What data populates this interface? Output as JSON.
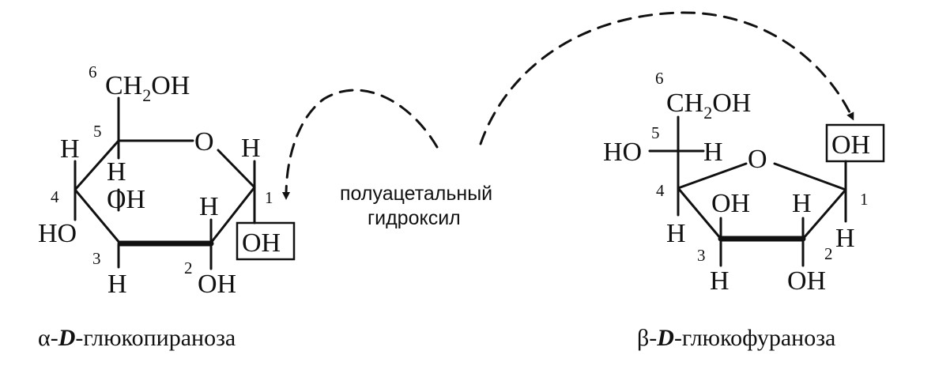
{
  "pyranose": {
    "caption": {
      "alpha": "α-",
      "d": "D",
      "name": "-глюкопираноза"
    },
    "ch2oh": {
      "ch": "CH",
      "sub": "2",
      "oh": "OH"
    },
    "ring_o": "O",
    "c1": {
      "num": "1",
      "h": "H",
      "oh": "OH"
    },
    "c2": {
      "num": "2",
      "h": "H",
      "oh": "OH"
    },
    "c3": {
      "num": "3",
      "h": "H",
      "ho": "HO"
    },
    "c4": {
      "num": "4",
      "h": "H",
      "oh": "OH"
    },
    "c5": {
      "num": "5",
      "h": "H"
    },
    "c6": {
      "num": "6"
    }
  },
  "furanose": {
    "caption": {
      "beta": "β-",
      "d": "D",
      "name": "-глюкофураноза"
    },
    "ch2oh": {
      "ch": "CH",
      "sub": "2",
      "oh": "OH"
    },
    "ring_o": "O",
    "c1": {
      "num": "1",
      "h": "H",
      "oh": "OH"
    },
    "c2": {
      "num": "2",
      "h": "H",
      "oh": "OH"
    },
    "c3": {
      "num": "3",
      "h": "H",
      "oh": "OH"
    },
    "c4": {
      "num": "4",
      "h": "H"
    },
    "c5": {
      "num": "5",
      "ho": "HO",
      "h": "H"
    },
    "c6": {
      "num": "6"
    }
  },
  "middle_label": {
    "line1": "полуацетальный",
    "line2": "гидроксил"
  }
}
